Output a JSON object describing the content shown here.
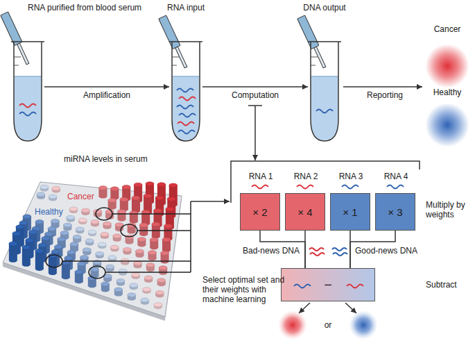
{
  "diagram": {
    "nodes": [
      {
        "text": [
          "RNA purified from blood serum"
        ]
      },
      {
        "text": [
          "RNA input"
        ]
      },
      {
        "text": [
          "DNA output"
        ]
      },
      {
        "text": [
          "Cancer"
        ]
      },
      {
        "text": [
          "Healthy"
        ]
      },
      {
        "text": [
          "RNA 1",
          "× 2"
        ]
      },
      {
        "text": [
          "RNA 2",
          "× 4"
        ]
      },
      {
        "text": [
          "RNA 3",
          "× 1"
        ]
      },
      {
        "text": [
          "RNA 4",
          "× 3"
        ]
      },
      {
        "text": [
          "−"
        ]
      }
    ],
    "edges": [
      {
        "from": 0,
        "to": 1,
        "arrow": "to",
        "label": "Amplification"
      },
      {
        "from": 1,
        "to": 2,
        "arrow": "to",
        "label": "Computation"
      },
      {
        "from": 5,
        "to": 9,
        "arrow": "none"
      },
      {
        "from": 6,
        "to": 9,
        "arrow": "none"
      },
      {
        "from": 7,
        "to": 9,
        "arrow": "none"
      },
      {
        "from": 8,
        "to": 9,
        "arrow": "none"
      }
    ],
    "labels": [
      "Reporting",
      "miRNA levels in serum",
      "Cancer",
      "Healthy",
      "Select optimal set and their weights with machine learning",
      "Multiply by weights",
      "Bad-news DNA",
      "Good-news DNA",
      "Subtract",
      "or"
    ]
  }
}
